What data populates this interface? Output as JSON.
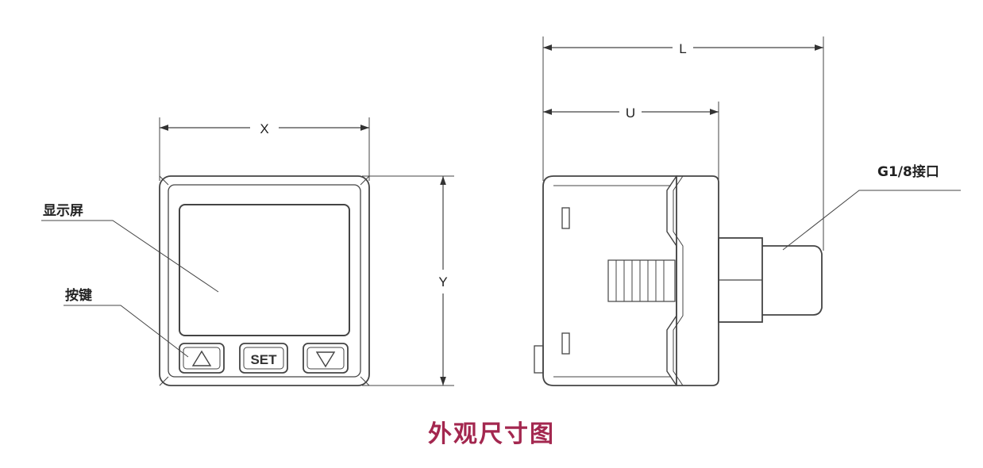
{
  "front_view": {
    "width_label": "X",
    "height_label": "Y",
    "display_label": "显示屏",
    "keys_label": "按键",
    "buttons": {
      "up_icon": "triangle-up-icon",
      "set_label": "SET",
      "down_icon": "triangle-down-icon"
    }
  },
  "side_view": {
    "length_label": "L",
    "body_label": "U",
    "port_label": "G1/8接口"
  },
  "caption": {
    "text": "外观尺寸图",
    "color": "#a3274f"
  }
}
